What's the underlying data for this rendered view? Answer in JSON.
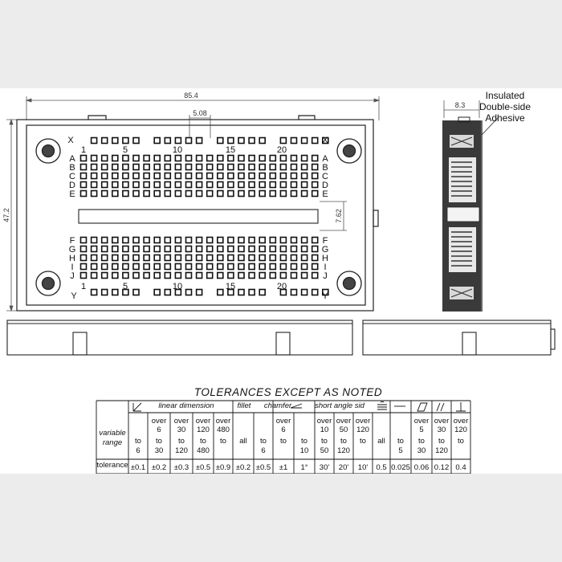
{
  "dimensions": {
    "overall_width": "85.4",
    "overall_height": "47.2",
    "hole_pitch": "5.08",
    "channel_width": "7.62",
    "side_thickness": "8.3"
  },
  "adhesive_note": [
    "Insulated",
    "Double-side",
    "Adhesive"
  ],
  "board": {
    "column_numbers": [
      "1",
      "5",
      "10",
      "15",
      "20"
    ],
    "top_rail_label": "X",
    "bottom_rail_label": "Y",
    "upper_rows": [
      "A",
      "B",
      "C",
      "D",
      "E"
    ],
    "lower_rows": [
      "F",
      "G",
      "H",
      "I",
      "J"
    ]
  },
  "tolerances": {
    "title": "TOLERANCES EXCEPT AS NOTED",
    "group_headers": {
      "linear": "linear  dimension",
      "fillet": "fillet",
      "chamfer": "chamfer",
      "angle": "short  angle  sid"
    },
    "variable_range_label": [
      "variable",
      "range"
    ],
    "tolerance_label": "tolerance",
    "columns": [
      {
        "range": [
          "",
          "",
          "to",
          "6"
        ],
        "tol": "±0.1"
      },
      {
        "range": [
          "over",
          "6",
          "to",
          "30"
        ],
        "tol": "±0.2"
      },
      {
        "range": [
          "over",
          "30",
          "to",
          "120"
        ],
        "tol": "±0.3"
      },
      {
        "range": [
          "over",
          "120",
          "to",
          "480"
        ],
        "tol": "±0.5"
      },
      {
        "range": [
          "over",
          "480",
          "to",
          ""
        ],
        "tol": "±0.9"
      },
      {
        "range": [
          "",
          "",
          "all",
          ""
        ],
        "tol": "±0.2"
      },
      {
        "range": [
          "",
          "",
          "to",
          "6"
        ],
        "tol": "±0.5"
      },
      {
        "range": [
          "over",
          "6",
          "to",
          ""
        ],
        "tol": "±1"
      },
      {
        "range": [
          "",
          "",
          "to",
          "10"
        ],
        "tol": "1°"
      },
      {
        "range": [
          "over",
          "10",
          "to",
          "50"
        ],
        "tol": "30'"
      },
      {
        "range": [
          "over",
          "50",
          "to",
          "120"
        ],
        "tol": "20'"
      },
      {
        "range": [
          "over",
          "120",
          "to",
          ""
        ],
        "tol": "10'"
      },
      {
        "range": [
          "",
          "",
          "all",
          ""
        ],
        "tol": "0.5"
      },
      {
        "range": [
          "",
          "",
          "to",
          "5"
        ],
        "tol": "0.025"
      },
      {
        "range": [
          "over",
          "5",
          "to",
          "30"
        ],
        "tol": "0.06"
      },
      {
        "range": [
          "over",
          "30",
          "to",
          "120"
        ],
        "tol": "0.12"
      },
      {
        "range": [
          "over",
          "120",
          "to",
          ""
        ],
        "tol": "0.4"
      }
    ]
  }
}
